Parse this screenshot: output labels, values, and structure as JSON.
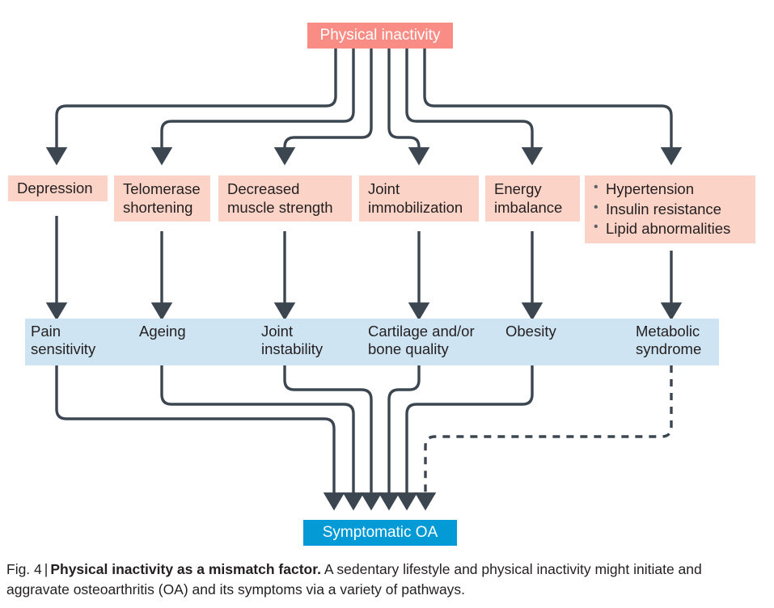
{
  "figure": {
    "colors": {
      "pink_strong": "#f98d85",
      "pink_light": "#fbd3c7",
      "blue_light": "#cfe4f2",
      "blue_strong": "#039ad6",
      "line": "#3c4650"
    },
    "top_node": {
      "label": "Physical inactivity"
    },
    "factor_nodes": [
      {
        "id": "depression",
        "label": "Depression"
      },
      {
        "id": "telomerase-shortening",
        "label": "Telomerase\nshortening"
      },
      {
        "id": "decreased-muscle-strength",
        "label": "Decreased\nmuscle strength"
      },
      {
        "id": "joint-immobilization",
        "label": "Joint\nimmobilization"
      },
      {
        "id": "energy-imbalance",
        "label": "Energy\nimbalance"
      }
    ],
    "metabolic_node": {
      "id": "metabolic-risk-factors",
      "bullets": [
        "Hypertension",
        "Insulin resistance",
        "Lipid abnormalities"
      ]
    },
    "mediator_nodes": [
      {
        "id": "pain-sensitivity",
        "label": "Pain\nsensitivity"
      },
      {
        "id": "ageing",
        "label": "Ageing"
      },
      {
        "id": "joint-instability",
        "label": "Joint\ninstability"
      },
      {
        "id": "cartilage-bone-quality",
        "label": "Cartilage and/or\nbone quality"
      },
      {
        "id": "obesity",
        "label": "Obesity"
      },
      {
        "id": "metabolic-syndrome",
        "label": "Metabolic\nsyndrome"
      }
    ],
    "outcome_node": {
      "label": "Symptomatic OA"
    }
  },
  "caption": {
    "fig_number": "Fig. 4",
    "separator": "|",
    "title": "Physical inactivity as a mismatch factor.",
    "body": " A sedentary lifestyle and physical inactivity might initiate and aggravate osteoarthritis (OA) and its symptoms via a variety of pathways."
  }
}
